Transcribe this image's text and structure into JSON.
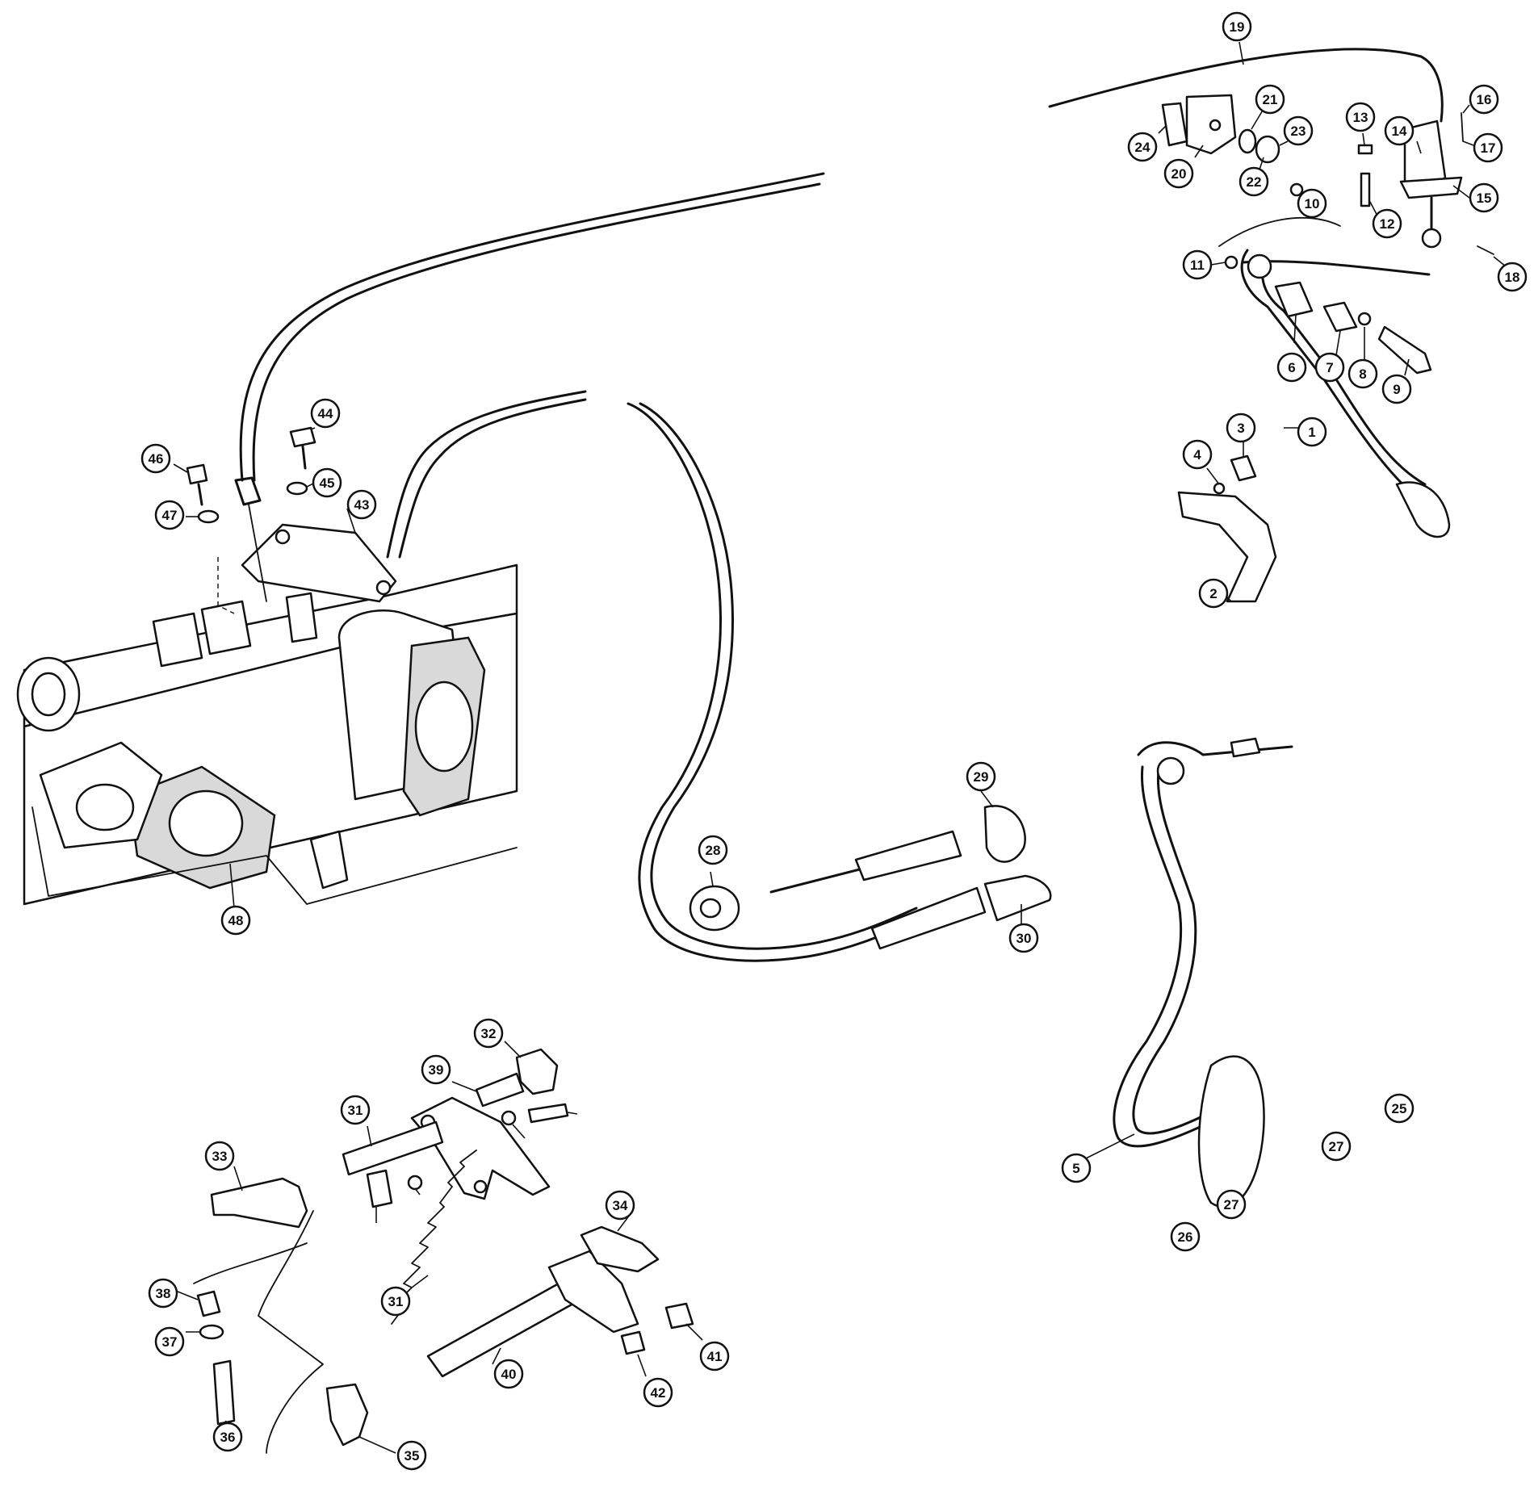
{
  "callouts": [
    {
      "n": "1"
    },
    {
      "n": "2"
    },
    {
      "n": "3"
    },
    {
      "n": "4"
    },
    {
      "n": "5"
    },
    {
      "n": "6"
    },
    {
      "n": "7"
    },
    {
      "n": "8"
    },
    {
      "n": "9"
    },
    {
      "n": "10"
    },
    {
      "n": "11"
    },
    {
      "n": "12"
    },
    {
      "n": "13"
    },
    {
      "n": "14"
    },
    {
      "n": "15"
    },
    {
      "n": "16"
    },
    {
      "n": "17"
    },
    {
      "n": "18"
    },
    {
      "n": "19"
    },
    {
      "n": "20"
    },
    {
      "n": "21"
    },
    {
      "n": "22"
    },
    {
      "n": "23"
    },
    {
      "n": "24"
    },
    {
      "n": "25"
    },
    {
      "n": "26"
    },
    {
      "n": "27"
    },
    {
      "n": "27"
    },
    {
      "n": "28"
    },
    {
      "n": "29"
    },
    {
      "n": "30"
    },
    {
      "n": "31"
    },
    {
      "n": "31"
    },
    {
      "n": "32"
    },
    {
      "n": "33"
    },
    {
      "n": "34"
    },
    {
      "n": "35"
    },
    {
      "n": "36"
    },
    {
      "n": "37"
    },
    {
      "n": "38"
    },
    {
      "n": "39"
    },
    {
      "n": "40"
    },
    {
      "n": "41"
    },
    {
      "n": "42"
    },
    {
      "n": "43"
    },
    {
      "n": "44"
    },
    {
      "n": "45"
    },
    {
      "n": "46"
    },
    {
      "n": "47"
    },
    {
      "n": "48"
    }
  ]
}
